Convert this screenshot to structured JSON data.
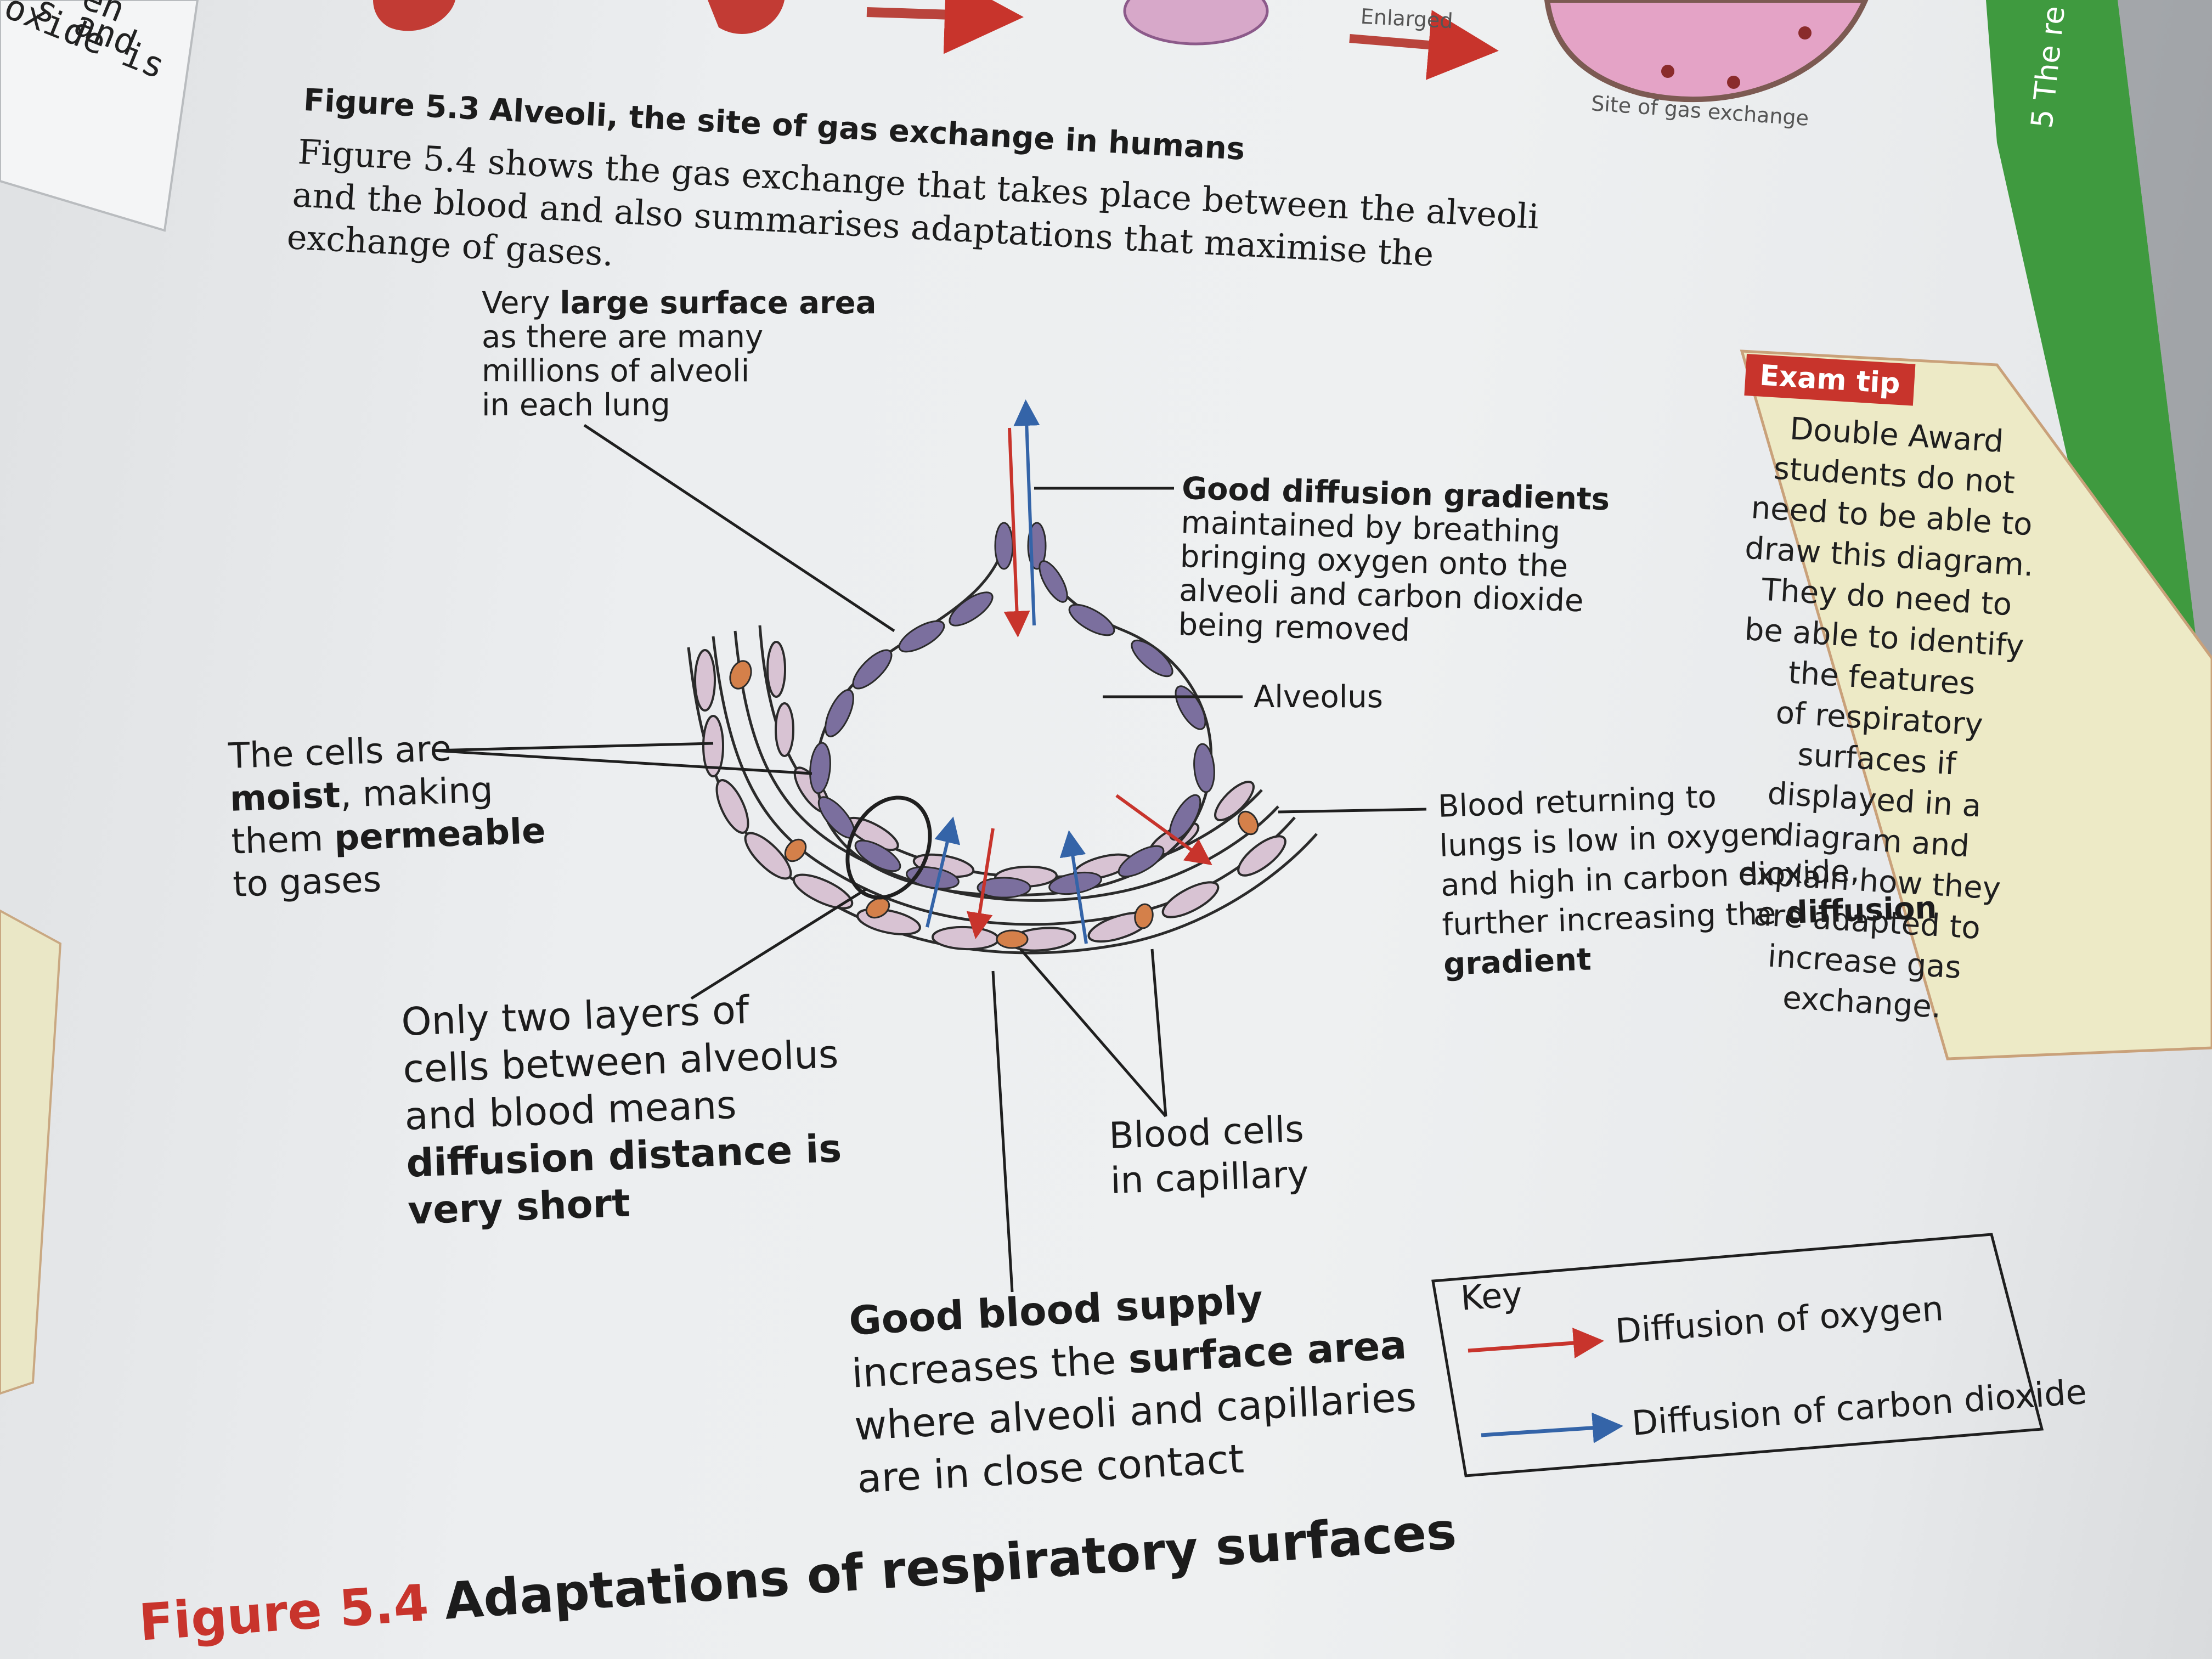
{
  "previous_page_fragments": [
    "en",
    "s and",
    "oxide is"
  ],
  "figure_5_3": {
    "caption_label": "Figure 5.3",
    "caption_text": "Alveoli, the site of gas exchange in humans",
    "enlarged_label": "Enlarged",
    "site_label": "Site of gas exchange"
  },
  "intro": {
    "lines": [
      "Figure 5.4 shows the gas exchange that takes place between the alveoli",
      "and the blood and also summarises adaptations that maximise the",
      "exchange of gases."
    ]
  },
  "diagram": {
    "surface_area": {
      "line1_a": "Very ",
      "line1_b": "large surface area",
      "line2": "as there are many",
      "line3": "millions of alveoli",
      "line4": "in each lung"
    },
    "diffusion_gradients": {
      "bold": "Good diffusion gradients",
      "line2": "maintained by breathing",
      "line3": "bringing oxygen onto the",
      "line4": "alveoli and carbon dioxide",
      "line5": "being removed"
    },
    "alveolus_label": "Alveolus",
    "moist_cells": {
      "line1": "The cells are",
      "line2_bold": "moist",
      "line2_rest": ", making",
      "line3_a": "them ",
      "line3_bold": "permeable",
      "line4": "to gases"
    },
    "blood_returning": {
      "line1": "Blood returning to",
      "line2": "lungs is low in oxygen",
      "line3": "and high in carbon dioxide,",
      "line4_a": "further increasing the ",
      "line4_bold": "diffusion",
      "line5_bold": "gradient"
    },
    "two_layers": {
      "line1": "Only two layers of",
      "line2": "cells between alveolus",
      "line3": "and blood means",
      "line4_bold": "diffusion distance is",
      "line5_bold": "very short"
    },
    "blood_cells": {
      "line1": "Blood cells",
      "line2": "in capillary"
    },
    "blood_supply": {
      "line1_bold": "Good blood supply",
      "line2_a": "increases the ",
      "line2_bold": "surface area",
      "line3": "where alveoli and capillaries",
      "line4": "are in close contact"
    }
  },
  "exam_tip": {
    "heading": "Exam tip",
    "lines": [
      "Double Award",
      "students do not",
      "need to be able to",
      "draw this diagram.",
      "They do need to",
      "be able to identify",
      "the features",
      "of respiratory",
      "surfaces if",
      "displayed in a",
      "diagram and",
      "explain how they",
      "are adapted to",
      "increase gas",
      "exchange."
    ]
  },
  "key": {
    "title": "Key",
    "oxygen": "Diffusion of oxygen",
    "carbon_dioxide": "Diffusion of carbon dioxide",
    "oxygen_color": "#c8342c",
    "carbon_dioxide_color": "#3464a8"
  },
  "figure_5_4": {
    "caption_label": "Figure 5.4",
    "caption_text": "Adaptations of respiratory surfaces"
  },
  "side_tab": {
    "text": "5 The re",
    "color": "#3f9a3f"
  }
}
